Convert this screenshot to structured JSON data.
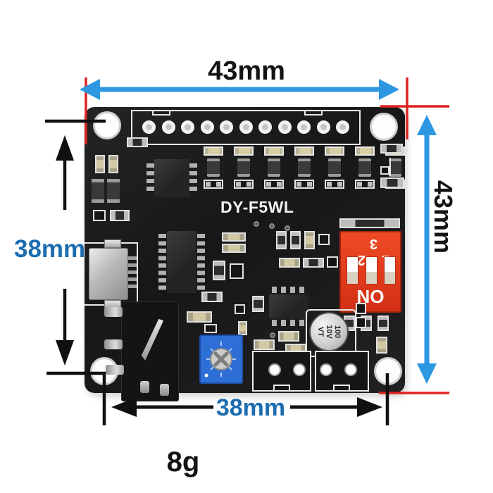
{
  "labels": {
    "top_width": "43mm",
    "right_height": "43mm",
    "left_height": "38mm",
    "bottom_width": "38mm",
    "weight": "8g"
  },
  "board": {
    "model": "DY-F5WL",
    "header_hole_count": 11,
    "led_group_count": 7,
    "dip_switch": {
      "positions": 3,
      "numbers": "1 2 3",
      "on_label": "ON"
    },
    "capacitor": {
      "line1": "100",
      "line2": "10V",
      "line3": "VT"
    }
  },
  "colors": {
    "arrow_blue": "#2d97e2",
    "label_blue": "#1c6cb0",
    "mark_red": "#dd2420",
    "dip_red": "#e23a1c",
    "pot_blue": "#2e6fd6",
    "pcb_black": "#1c1c1c",
    "silkscreen_white": "#e8e8e8",
    "background": "#ffffff"
  }
}
